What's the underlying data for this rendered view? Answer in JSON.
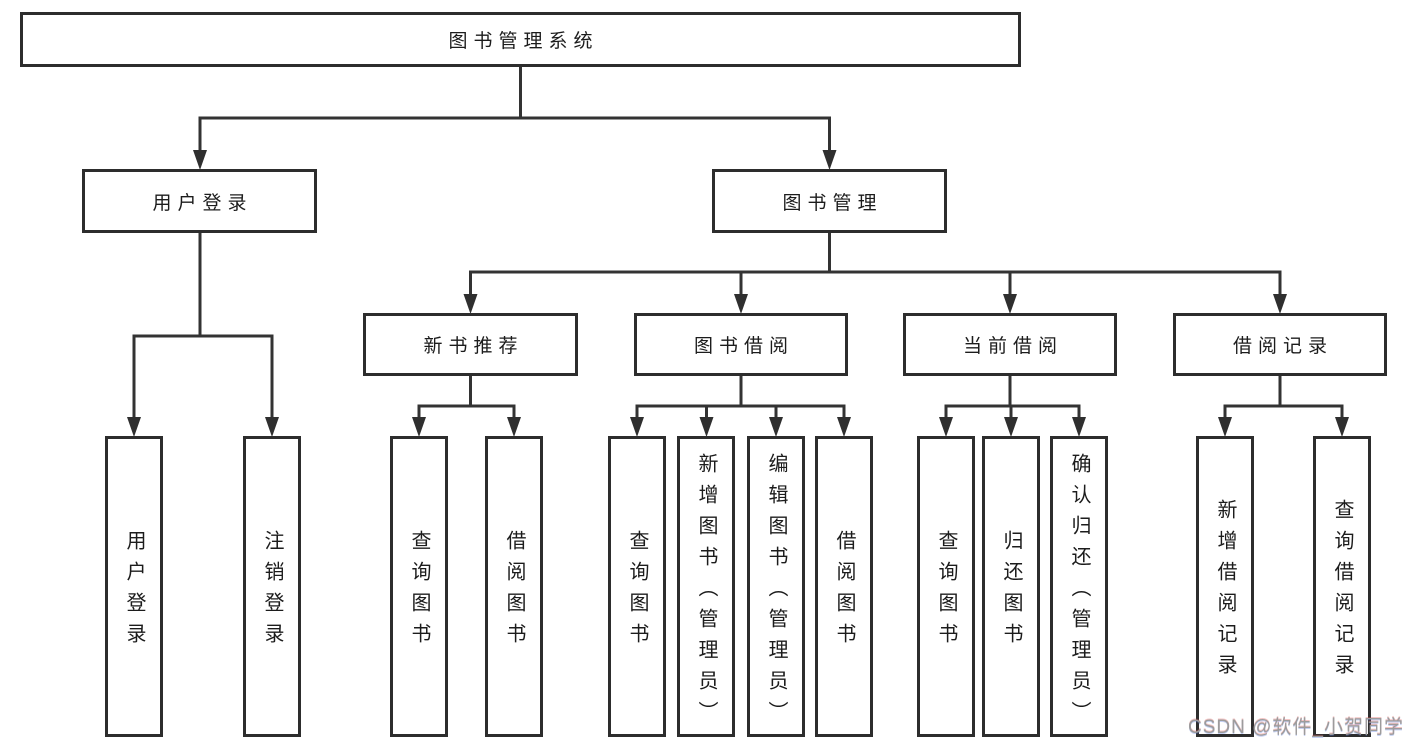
{
  "diagram": {
    "root": {
      "id": "library-system",
      "label": "图书管理系统"
    },
    "branches": [
      {
        "id": "user-login",
        "label": "用户登录"
      },
      {
        "id": "book-management",
        "label": "图书管理"
      }
    ],
    "sections": [
      {
        "id": "new-book-recommend",
        "label": "新书推荐"
      },
      {
        "id": "book-borrow",
        "label": "图书借阅"
      },
      {
        "id": "current-borrow",
        "label": "当前借阅"
      },
      {
        "id": "borrow-records",
        "label": "借阅记录"
      }
    ],
    "leaves": [
      {
        "id": "user-login",
        "label": "用户登录"
      },
      {
        "id": "logout",
        "label": "注销登录"
      },
      {
        "id": "query-books-recommend",
        "label": "查询图书"
      },
      {
        "id": "borrow-books-recommend",
        "label": "借阅图书"
      },
      {
        "id": "query-books-borrow",
        "label": "查询图书"
      },
      {
        "id": "add-book-admin",
        "label": "新增图书（管理员）"
      },
      {
        "id": "edit-book-admin",
        "label": "编辑图书（管理员）"
      },
      {
        "id": "borrow-books",
        "label": "借阅图书"
      },
      {
        "id": "query-books-current",
        "label": "查询图书"
      },
      {
        "id": "return-book",
        "label": "归还图书"
      },
      {
        "id": "confirm-return-admin",
        "label": "确认归还（管理员）"
      },
      {
        "id": "add-borrow-record",
        "label": "新增借阅记录"
      },
      {
        "id": "query-borrow-record",
        "label": "查询借阅记录"
      }
    ]
  },
  "watermark": {
    "text": "CSDN @软件_小贺同学"
  },
  "colors": {
    "background": "#ffffff",
    "box_border": "#2d2d2d",
    "line": "#333333",
    "text": "#1c1c1c",
    "watermark": "#9c9c9c"
  }
}
